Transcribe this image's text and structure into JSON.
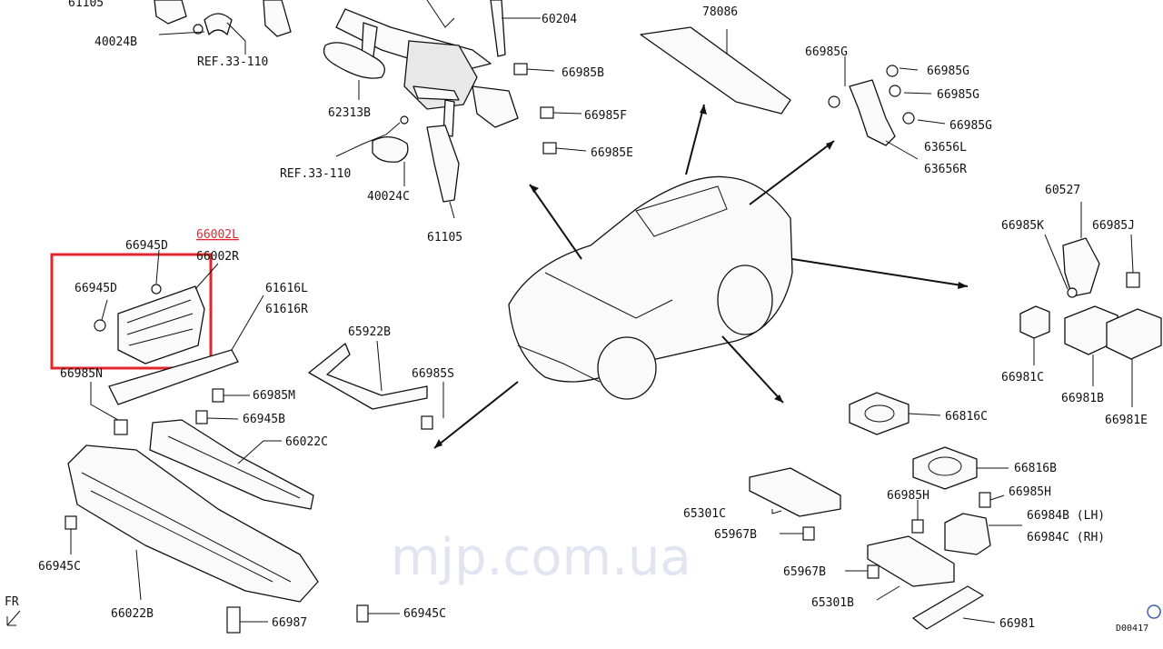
{
  "diagram": {
    "labels": [
      {
        "text": "61105"
      },
      {
        "text": "40024B"
      },
      {
        "text": "REF.33-110"
      },
      {
        "text": "62313B"
      },
      {
        "text": "REF.33-110"
      },
      {
        "text": "40024C"
      },
      {
        "text": "61105"
      },
      {
        "text": "60204"
      },
      {
        "text": "66985B"
      },
      {
        "text": "66985F"
      },
      {
        "text": "66985E"
      },
      {
        "text": "78086"
      },
      {
        "text": "66985G"
      },
      {
        "text": "66985G"
      },
      {
        "text": "66985G"
      },
      {
        "text": "66985G"
      },
      {
        "text": "63656L"
      },
      {
        "text": "63656R"
      },
      {
        "text": "60527"
      },
      {
        "text": "66985K"
      },
      {
        "text": "66985J"
      },
      {
        "text": "66981C"
      },
      {
        "text": "66981B"
      },
      {
        "text": "66981E"
      },
      {
        "text": "66945D"
      },
      {
        "text": "66002L"
      },
      {
        "text": "66002R"
      },
      {
        "text": "66945D"
      },
      {
        "text": "61616L"
      },
      {
        "text": "61616R"
      },
      {
        "text": "66985N"
      },
      {
        "text": "66985M"
      },
      {
        "text": "66945B"
      },
      {
        "text": "65922B"
      },
      {
        "text": "66985S"
      },
      {
        "text": "66022C"
      },
      {
        "text": "66945C"
      },
      {
        "text": "66022B"
      },
      {
        "text": "66987"
      },
      {
        "text": "66945C"
      },
      {
        "text": "66816C"
      },
      {
        "text": "66816B"
      },
      {
        "text": "65301C"
      },
      {
        "text": "65967B"
      },
      {
        "text": "66985H"
      },
      {
        "text": "66985H"
      },
      {
        "text": "66984B (LH)"
      },
      {
        "text": "66984C (RH)"
      },
      {
        "text": "65967B"
      },
      {
        "text": "65301B"
      },
      {
        "text": "66981"
      },
      {
        "text": "D00417"
      }
    ],
    "fr_label": "FR",
    "watermark": "mjp.com.ua",
    "highlight_color": "#e3262e"
  }
}
